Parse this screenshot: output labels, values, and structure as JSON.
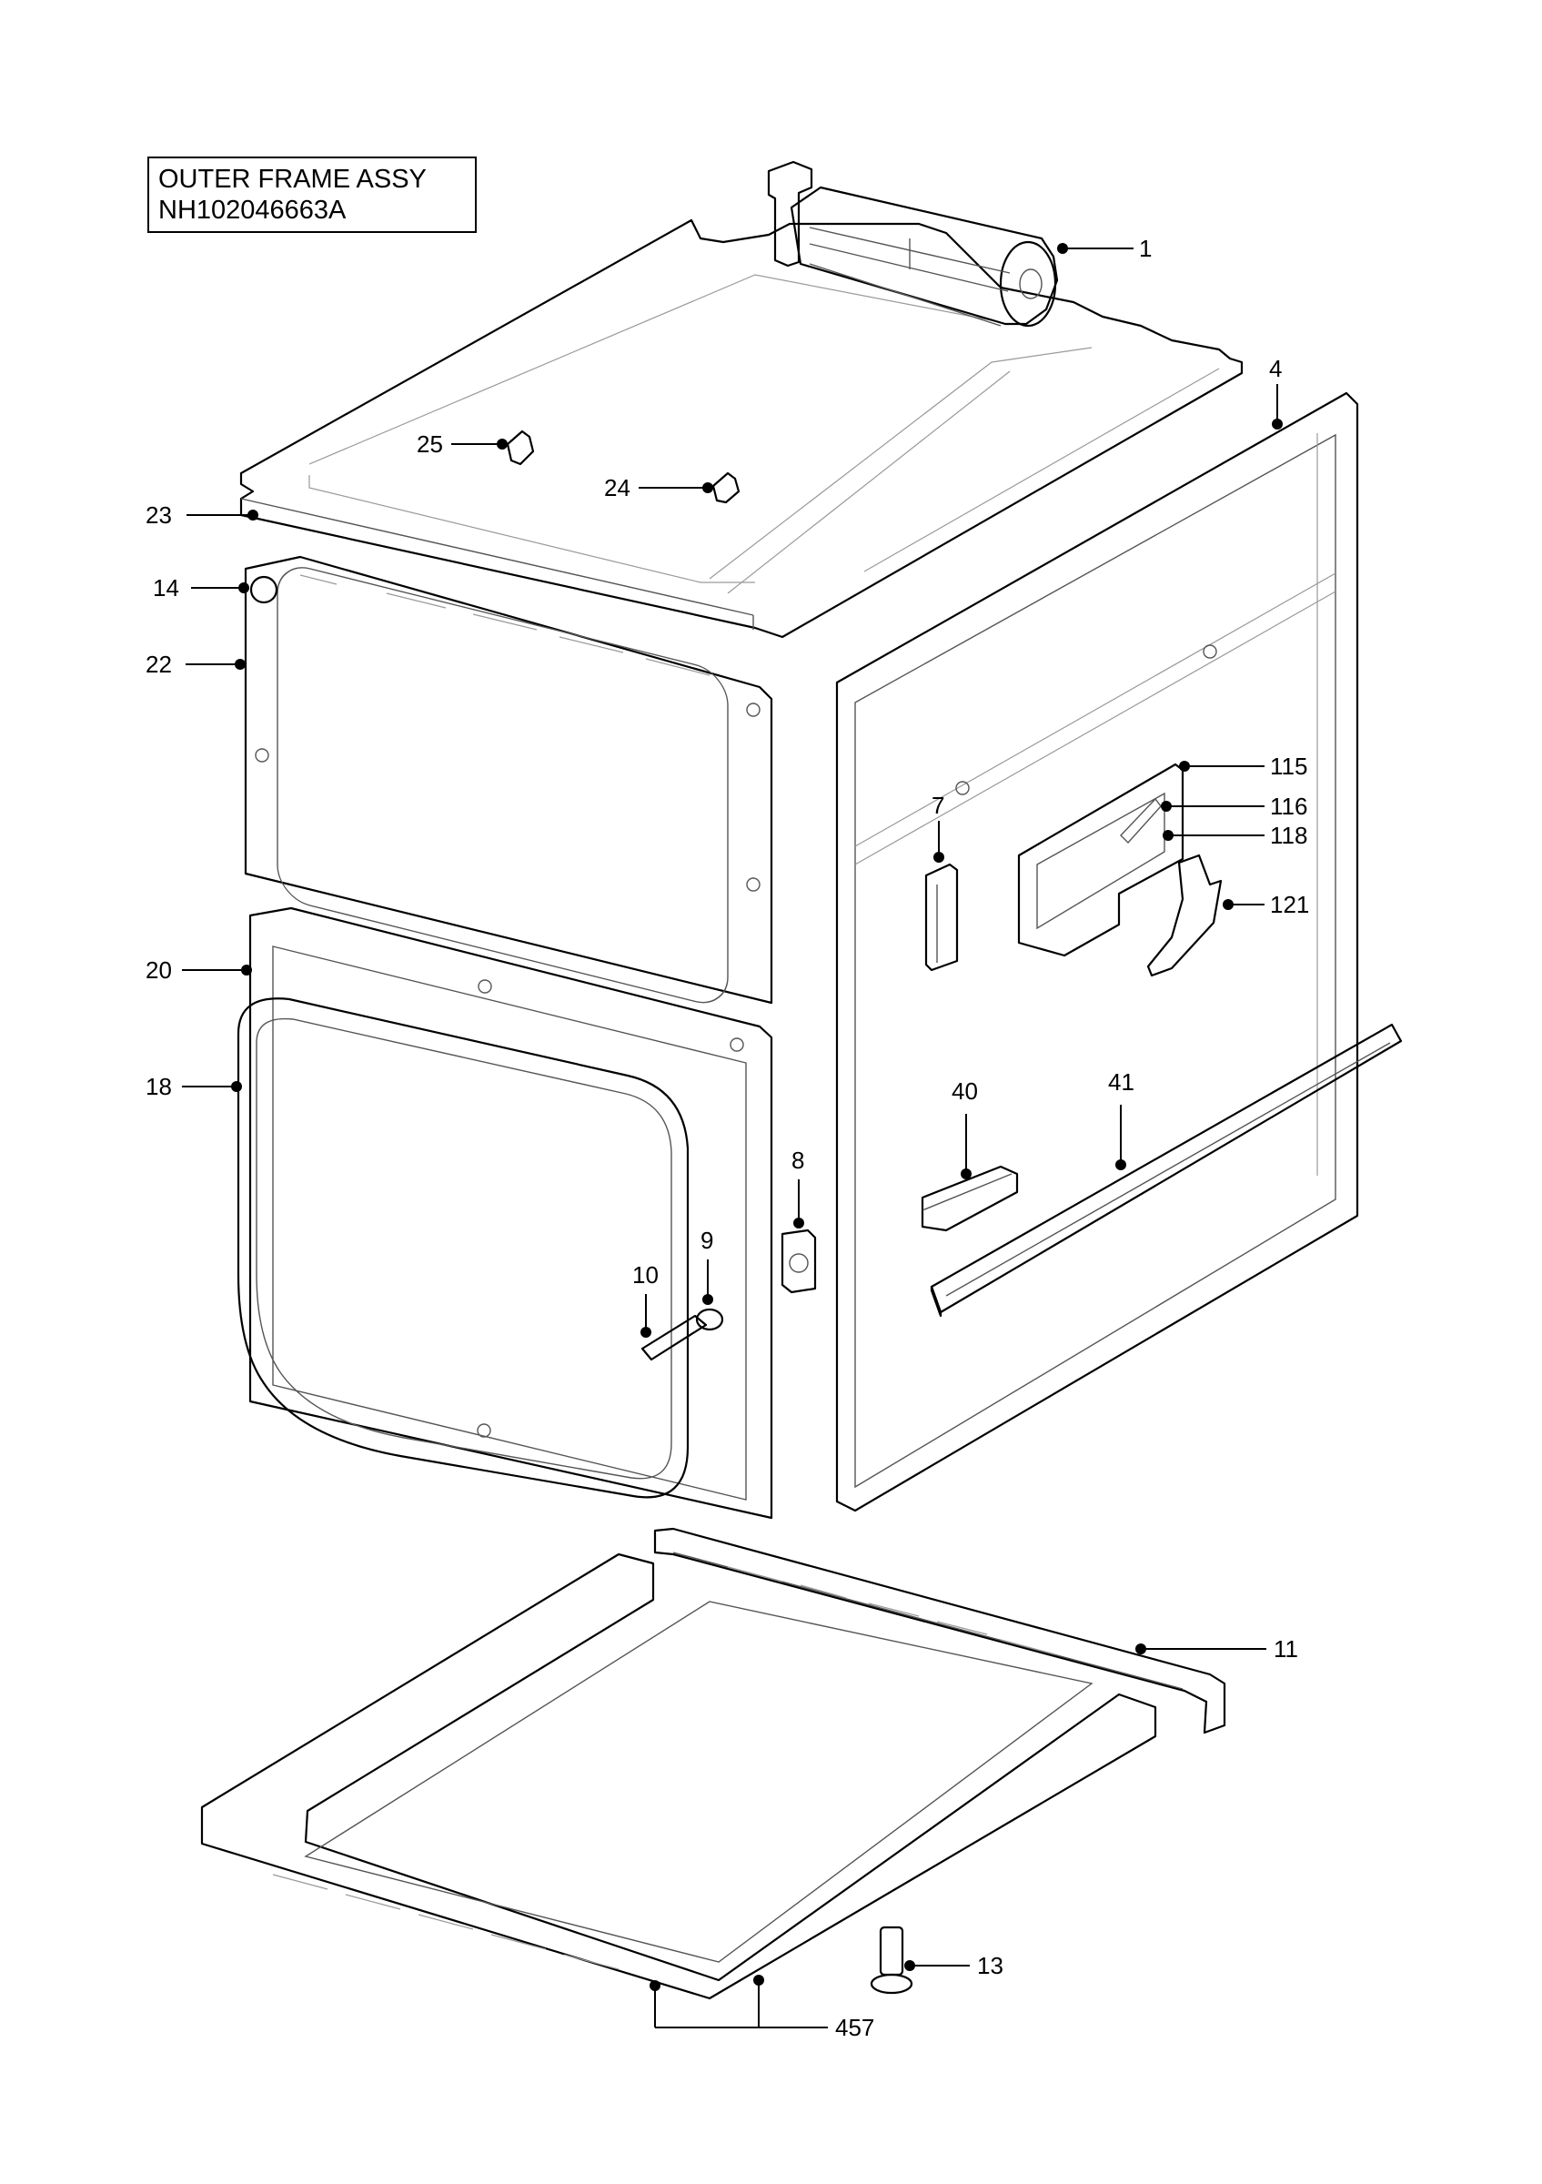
{
  "title": {
    "line1": "OUTER FRAME ASSY",
    "line2": "NH102046663A"
  },
  "callouts": [
    {
      "id": "c1",
      "label": "1"
    },
    {
      "id": "c4",
      "label": "4"
    },
    {
      "id": "c7",
      "label": "7"
    },
    {
      "id": "c8",
      "label": "8"
    },
    {
      "id": "c9",
      "label": "9"
    },
    {
      "id": "c10",
      "label": "10"
    },
    {
      "id": "c11",
      "label": "11"
    },
    {
      "id": "c13",
      "label": "13"
    },
    {
      "id": "c14",
      "label": "14"
    },
    {
      "id": "c18",
      "label": "18"
    },
    {
      "id": "c20",
      "label": "20"
    },
    {
      "id": "c22",
      "label": "22"
    },
    {
      "id": "c23",
      "label": "23"
    },
    {
      "id": "c24",
      "label": "24"
    },
    {
      "id": "c25",
      "label": "25"
    },
    {
      "id": "c40",
      "label": "40"
    },
    {
      "id": "c41",
      "label": "41"
    },
    {
      "id": "c115",
      "label": "115"
    },
    {
      "id": "c116",
      "label": "116"
    },
    {
      "id": "c118",
      "label": "118"
    },
    {
      "id": "c121",
      "label": "121"
    },
    {
      "id": "c457",
      "label": "457"
    }
  ]
}
